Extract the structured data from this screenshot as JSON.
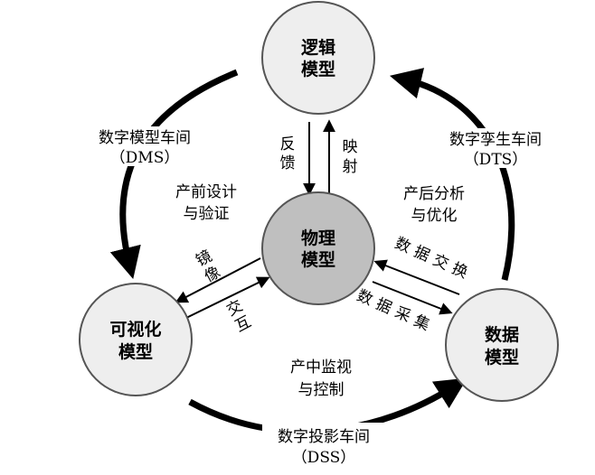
{
  "title": "Digital twin workshop concept diagram",
  "nodes": {
    "logic": {
      "line1": "逻辑",
      "line2": "模型"
    },
    "physical": {
      "line1": "物理",
      "line2": "模型"
    },
    "visual": {
      "line1": "可视化",
      "line2": "模型"
    },
    "data": {
      "line1": "数据",
      "line2": "模型"
    }
  },
  "workshops": {
    "dms": {
      "name": "数字模型车间",
      "abbr": "（DMS）"
    },
    "dts": {
      "name": "数字孪生车间",
      "abbr": "（DTS）"
    },
    "dss": {
      "name": "数字投影车间",
      "abbr": "（DSS）"
    }
  },
  "phases": {
    "pre": {
      "line1": "产前设计",
      "line2": "与验证"
    },
    "post": {
      "line1": "产后分析",
      "line2": "与优化"
    },
    "mid": {
      "line1": "产中监视",
      "line2": "与控制"
    }
  },
  "links": {
    "feedback": [
      "反",
      "馈"
    ],
    "mapping": [
      "映",
      "射"
    ],
    "mirror": [
      "镜",
      "像"
    ],
    "interact": [
      "交",
      "互"
    ],
    "exchange": [
      "数",
      "据",
      "交",
      "换"
    ],
    "collect": [
      "数",
      "据",
      "采",
      "集"
    ]
  },
  "colors": {
    "node_fill": "#eeeeee",
    "center_fill": "#bfbfbf",
    "stroke": "#555555",
    "arrow": "#000000"
  }
}
